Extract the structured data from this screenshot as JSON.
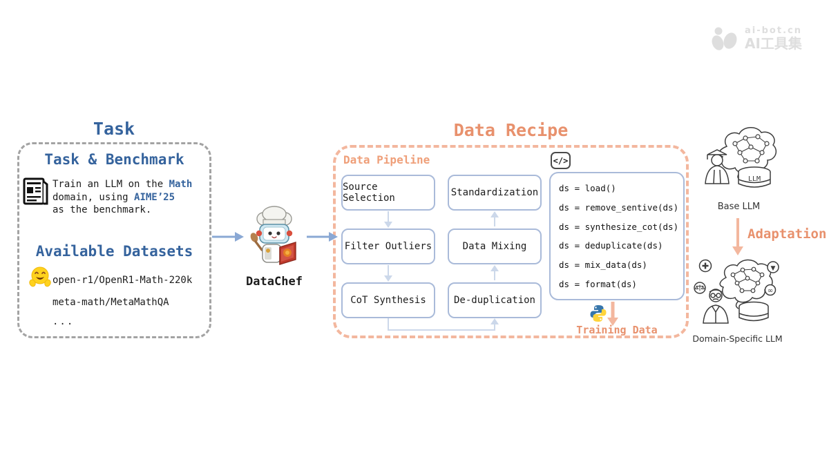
{
  "watermark": {
    "line1": "ai-bot.cn",
    "line2": "AI工具集"
  },
  "task": {
    "title": "Task",
    "benchmark_heading": "Task & Benchmark",
    "desc": {
      "l1_pre": "Train an LLM on the ",
      "l1_bold": "Math",
      "l2_pre": "domain, using ",
      "l2_bold": "AIME’25",
      "l3": "as the benchmark."
    },
    "datasets_heading": "Available Datasets",
    "datasets": [
      "open-r1/OpenR1-Math-220k",
      "meta-math/MetaMathQA",
      "..."
    ]
  },
  "datachef": {
    "label": "DataChef"
  },
  "recipe": {
    "title": "Data Recipe",
    "pipeline_label": "Data Pipeline",
    "steps": [
      "Source Selection",
      "Standardization",
      "Filter Outliers",
      "Data Mixing",
      "CoT Synthesis",
      "De-duplication"
    ],
    "code_icon": "</>",
    "code_lines": [
      "ds = load()",
      "ds = remove_sentive(ds)",
      "ds = synthesize_cot(ds)",
      "ds = deduplicate(ds)",
      "ds = mix_data(ds)",
      "ds = format(ds)"
    ],
    "training_data_label": "Training Data"
  },
  "right": {
    "base_llm_label": "Base LLM",
    "adaptation_label": "Adaptation",
    "domain_llm_label": "Domain-Specific LLM",
    "llm_text": "LLM"
  },
  "colors": {
    "heading_blue": "#35639d",
    "salmon_text": "#e8916d",
    "salmon_border": "#f3b79e",
    "step_border": "#a9bad9",
    "arrow_blue": "#8aa8d4",
    "arrow_light": "#ccd8ea",
    "dash_gray": "#a3a3a3"
  }
}
